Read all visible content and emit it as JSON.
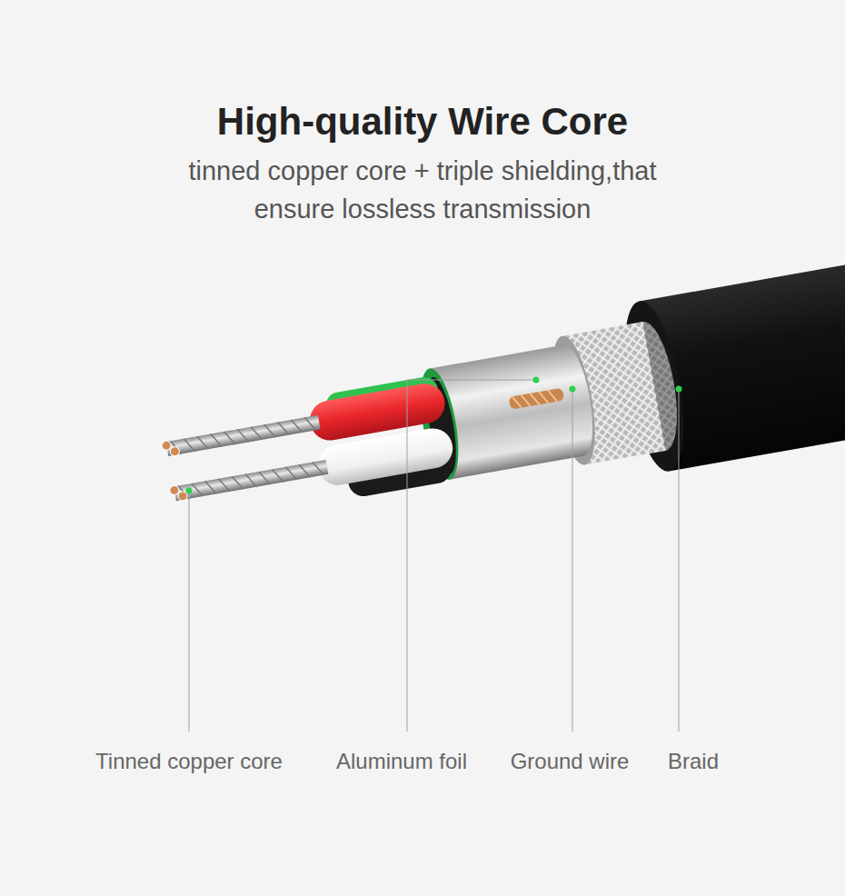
{
  "diagram": {
    "title": "High-quality Wire Core",
    "caption": "tinned copper core + triple shielding,that ensure lossless transmission",
    "labels": [
      "Tinned copper core",
      "Aluminum foil",
      "Ground wire",
      "Braid"
    ]
  }
}
